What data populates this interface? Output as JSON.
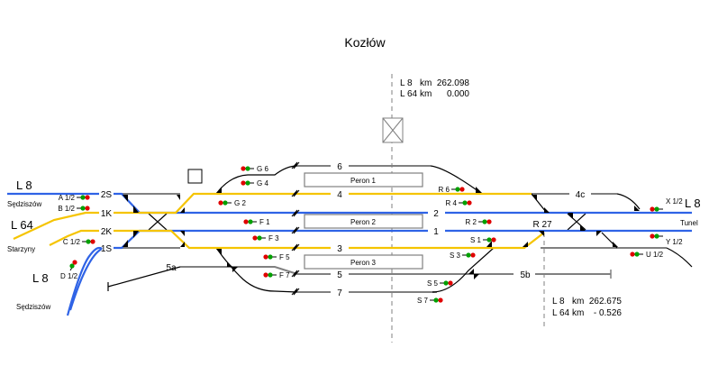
{
  "title": "Kozłów",
  "colors": {
    "main_track": "#2f63e6",
    "route_track": "#f5c400",
    "siding_track": "#808080",
    "connector": "#000000",
    "signal_red": "#e00000",
    "signal_green": "#00a000",
    "axis_line": "#808080",
    "platform_border": "#808080"
  },
  "kilometrage": {
    "axis_left": {
      "lines": [
        {
          "line": "L 8",
          "unit": "km",
          "value": "262.098"
        },
        {
          "line": "L 64",
          "unit": "km",
          "value": "0.000"
        }
      ]
    },
    "axis_right": {
      "lines": [
        {
          "line": "L 8",
          "unit": "km",
          "value": "262.675"
        },
        {
          "line": "L 64",
          "unit": "km",
          "value": "- 0.526"
        }
      ]
    }
  },
  "lines": {
    "west_l8_upper": {
      "name": "L 8",
      "destination": "Sędziszów"
    },
    "west_l64": {
      "name": "L 64",
      "destination": "Starzyny"
    },
    "west_l8_lower": {
      "name": "L 8",
      "destination": "Sędziszów"
    },
    "east_l8": {
      "name": "L 8",
      "destination": "Tunel"
    }
  },
  "entry_tracks": [
    "2S",
    "1K",
    "2K",
    "1S"
  ],
  "tracks": [
    {
      "id": "6",
      "label": "6"
    },
    {
      "id": "4",
      "label": "4"
    },
    {
      "id": "2",
      "label": "2"
    },
    {
      "id": "1",
      "label": "1"
    },
    {
      "id": "3",
      "label": "3"
    },
    {
      "id": "5",
      "label": "5"
    },
    {
      "id": "7",
      "label": "7"
    },
    {
      "id": "5a",
      "label": "5a"
    },
    {
      "id": "5b",
      "label": "5b"
    },
    {
      "id": "4c",
      "label": "4c"
    }
  ],
  "platforms": [
    "Peron 1",
    "Peron 2",
    "Peron 3"
  ],
  "signals": {
    "west_entry": [
      "A 1/2",
      "B 1/2",
      "C 1/2",
      "D 1/2"
    ],
    "west_exit": [
      "G 6",
      "G 4",
      "G 2",
      "F 1",
      "F 3",
      "F 5",
      "F 7"
    ],
    "east_exit": [
      "R 6",
      "R 4",
      "R 2",
      "S 1",
      "S 3",
      "S 5",
      "S 7"
    ],
    "east_entry": [
      "X 1/2",
      "Y 1/2",
      "U 1/2"
    ]
  },
  "special_labels": {
    "switch_post": "R 27"
  }
}
